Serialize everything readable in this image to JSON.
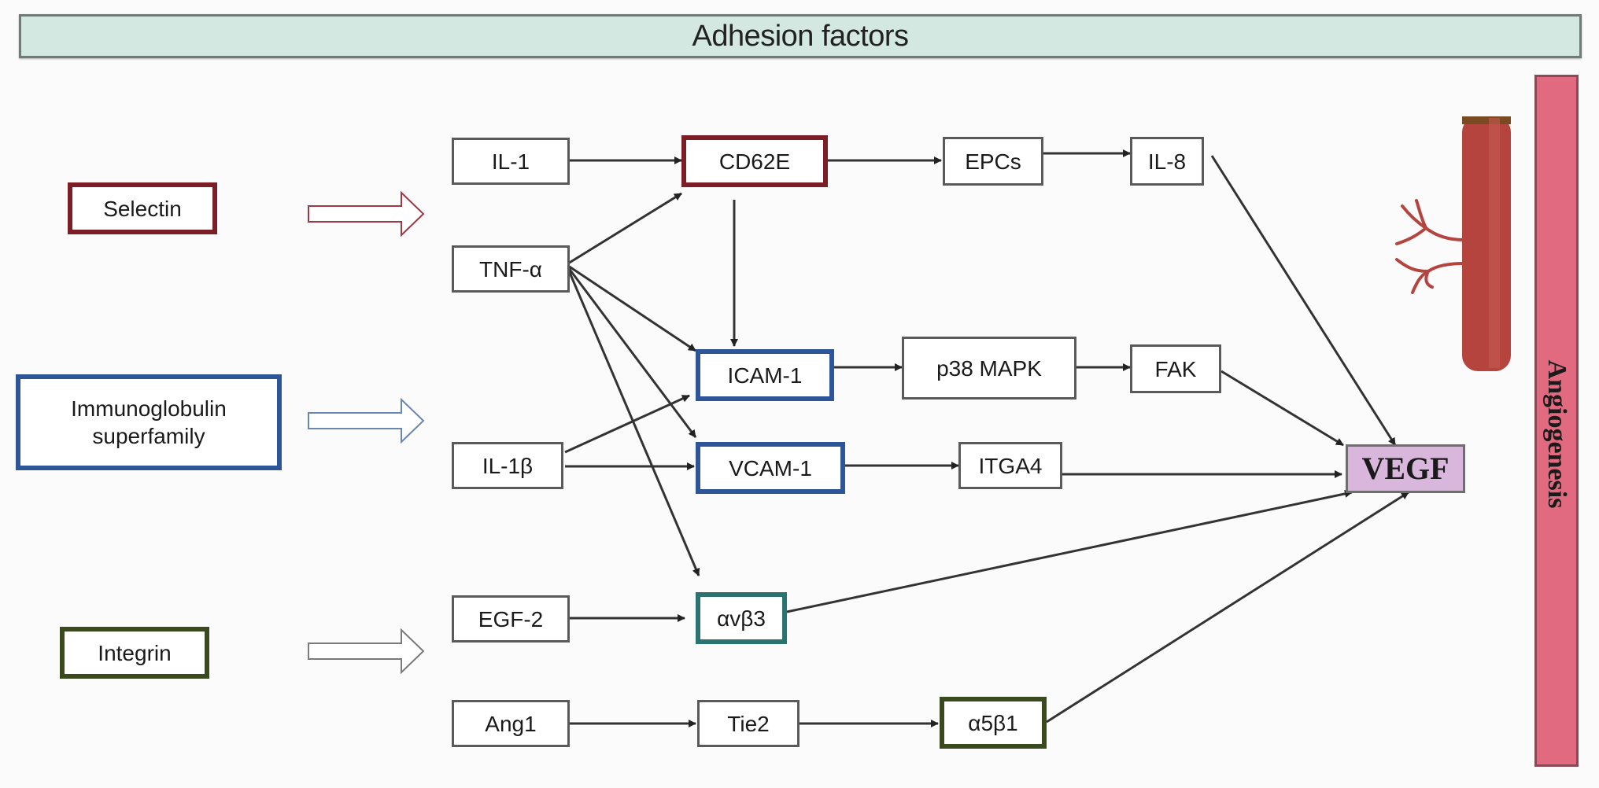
{
  "banner": {
    "title": "Adhesion factors"
  },
  "side_bar": {
    "label": "Angiogenesis"
  },
  "categories": [
    {
      "id": "selectin",
      "label": "Selectin",
      "color": "#7b1e25"
    },
    {
      "id": "igsf",
      "label": "Immunoglobulin superfamily",
      "color": "#2e5597"
    },
    {
      "id": "integrin",
      "label": "Integrin",
      "color": "#3b4a1e"
    }
  ],
  "nodes": {
    "il1": "IL-1",
    "tnfa": "TNF-α",
    "il1b": "IL-1β",
    "egf2": "EGF-2",
    "ang1": "Ang1",
    "cd62e": "CD62E",
    "icam1": "ICAM-1",
    "vcam1": "VCAM-1",
    "avb3": "αvβ3",
    "tie2": "Tie2",
    "epcs": "EPCs",
    "il8": "IL-8",
    "p38": "p38 MAPK",
    "fak": "FAK",
    "itga4": "ITGA4",
    "a5b1": "α5β1",
    "vegf": "VEGF"
  },
  "edges": [
    {
      "from": "IL-1",
      "to": "CD62E"
    },
    {
      "from": "TNF-α",
      "to": "CD62E"
    },
    {
      "from": "TNF-α",
      "to": "ICAM-1"
    },
    {
      "from": "TNF-α",
      "to": "VCAM-1"
    },
    {
      "from": "TNF-α",
      "to": "αvβ3"
    },
    {
      "from": "CD62E",
      "to": "ICAM-1"
    },
    {
      "from": "CD62E",
      "to": "EPCs"
    },
    {
      "from": "EPCs",
      "to": "IL-8"
    },
    {
      "from": "IL-8",
      "to": "VEGF"
    },
    {
      "from": "IL-1β",
      "to": "ICAM-1"
    },
    {
      "from": "IL-1β",
      "to": "VCAM-1"
    },
    {
      "from": "ICAM-1",
      "to": "p38 MAPK"
    },
    {
      "from": "p38 MAPK",
      "to": "FAK"
    },
    {
      "from": "FAK",
      "to": "VEGF"
    },
    {
      "from": "VCAM-1",
      "to": "ITGA4"
    },
    {
      "from": "ITGA4",
      "to": "VEGF"
    },
    {
      "from": "EGF-2",
      "to": "αvβ3"
    },
    {
      "from": "αvβ3",
      "to": "VEGF"
    },
    {
      "from": "Ang1",
      "to": "Tie2"
    },
    {
      "from": "Tie2",
      "to": "α5β1"
    },
    {
      "from": "α5β1",
      "to": "VEGF"
    }
  ],
  "colors": {
    "banner_bg": "#d2e8e0",
    "angiogenesis_bar": "#e26a80",
    "vegf_fill": "#d9b6dc",
    "vessel": "#b5443f"
  }
}
